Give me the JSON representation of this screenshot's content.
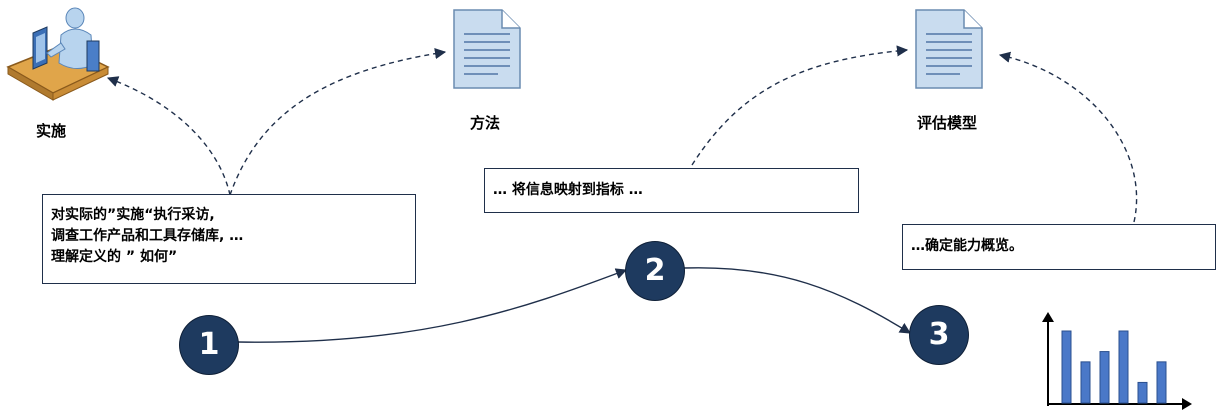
{
  "nodes": {
    "implementation_label": "实施",
    "method_label": "方法",
    "evaluation_model_label": "评估模型"
  },
  "boxes": {
    "box1": {
      "lines": [
        "对实际的”实施“执行采访,",
        "调查工作产品和工具存储库, …",
        "理解定义的 ” 如何”"
      ]
    },
    "box2": {
      "text": "… 将信息映射到指标 …"
    },
    "box3": {
      "text": "…确定能力概览。"
    }
  },
  "steps": [
    "1",
    "2",
    "3"
  ],
  "mini_chart": {
    "values": [
      7,
      4,
      5,
      7,
      2,
      4
    ]
  },
  "colors": {
    "step_fill": "#1e3a5f",
    "arrow": "#1f2f4a",
    "doc_fill": "#c9dcef",
    "bar_fill": "#4a78c8"
  }
}
